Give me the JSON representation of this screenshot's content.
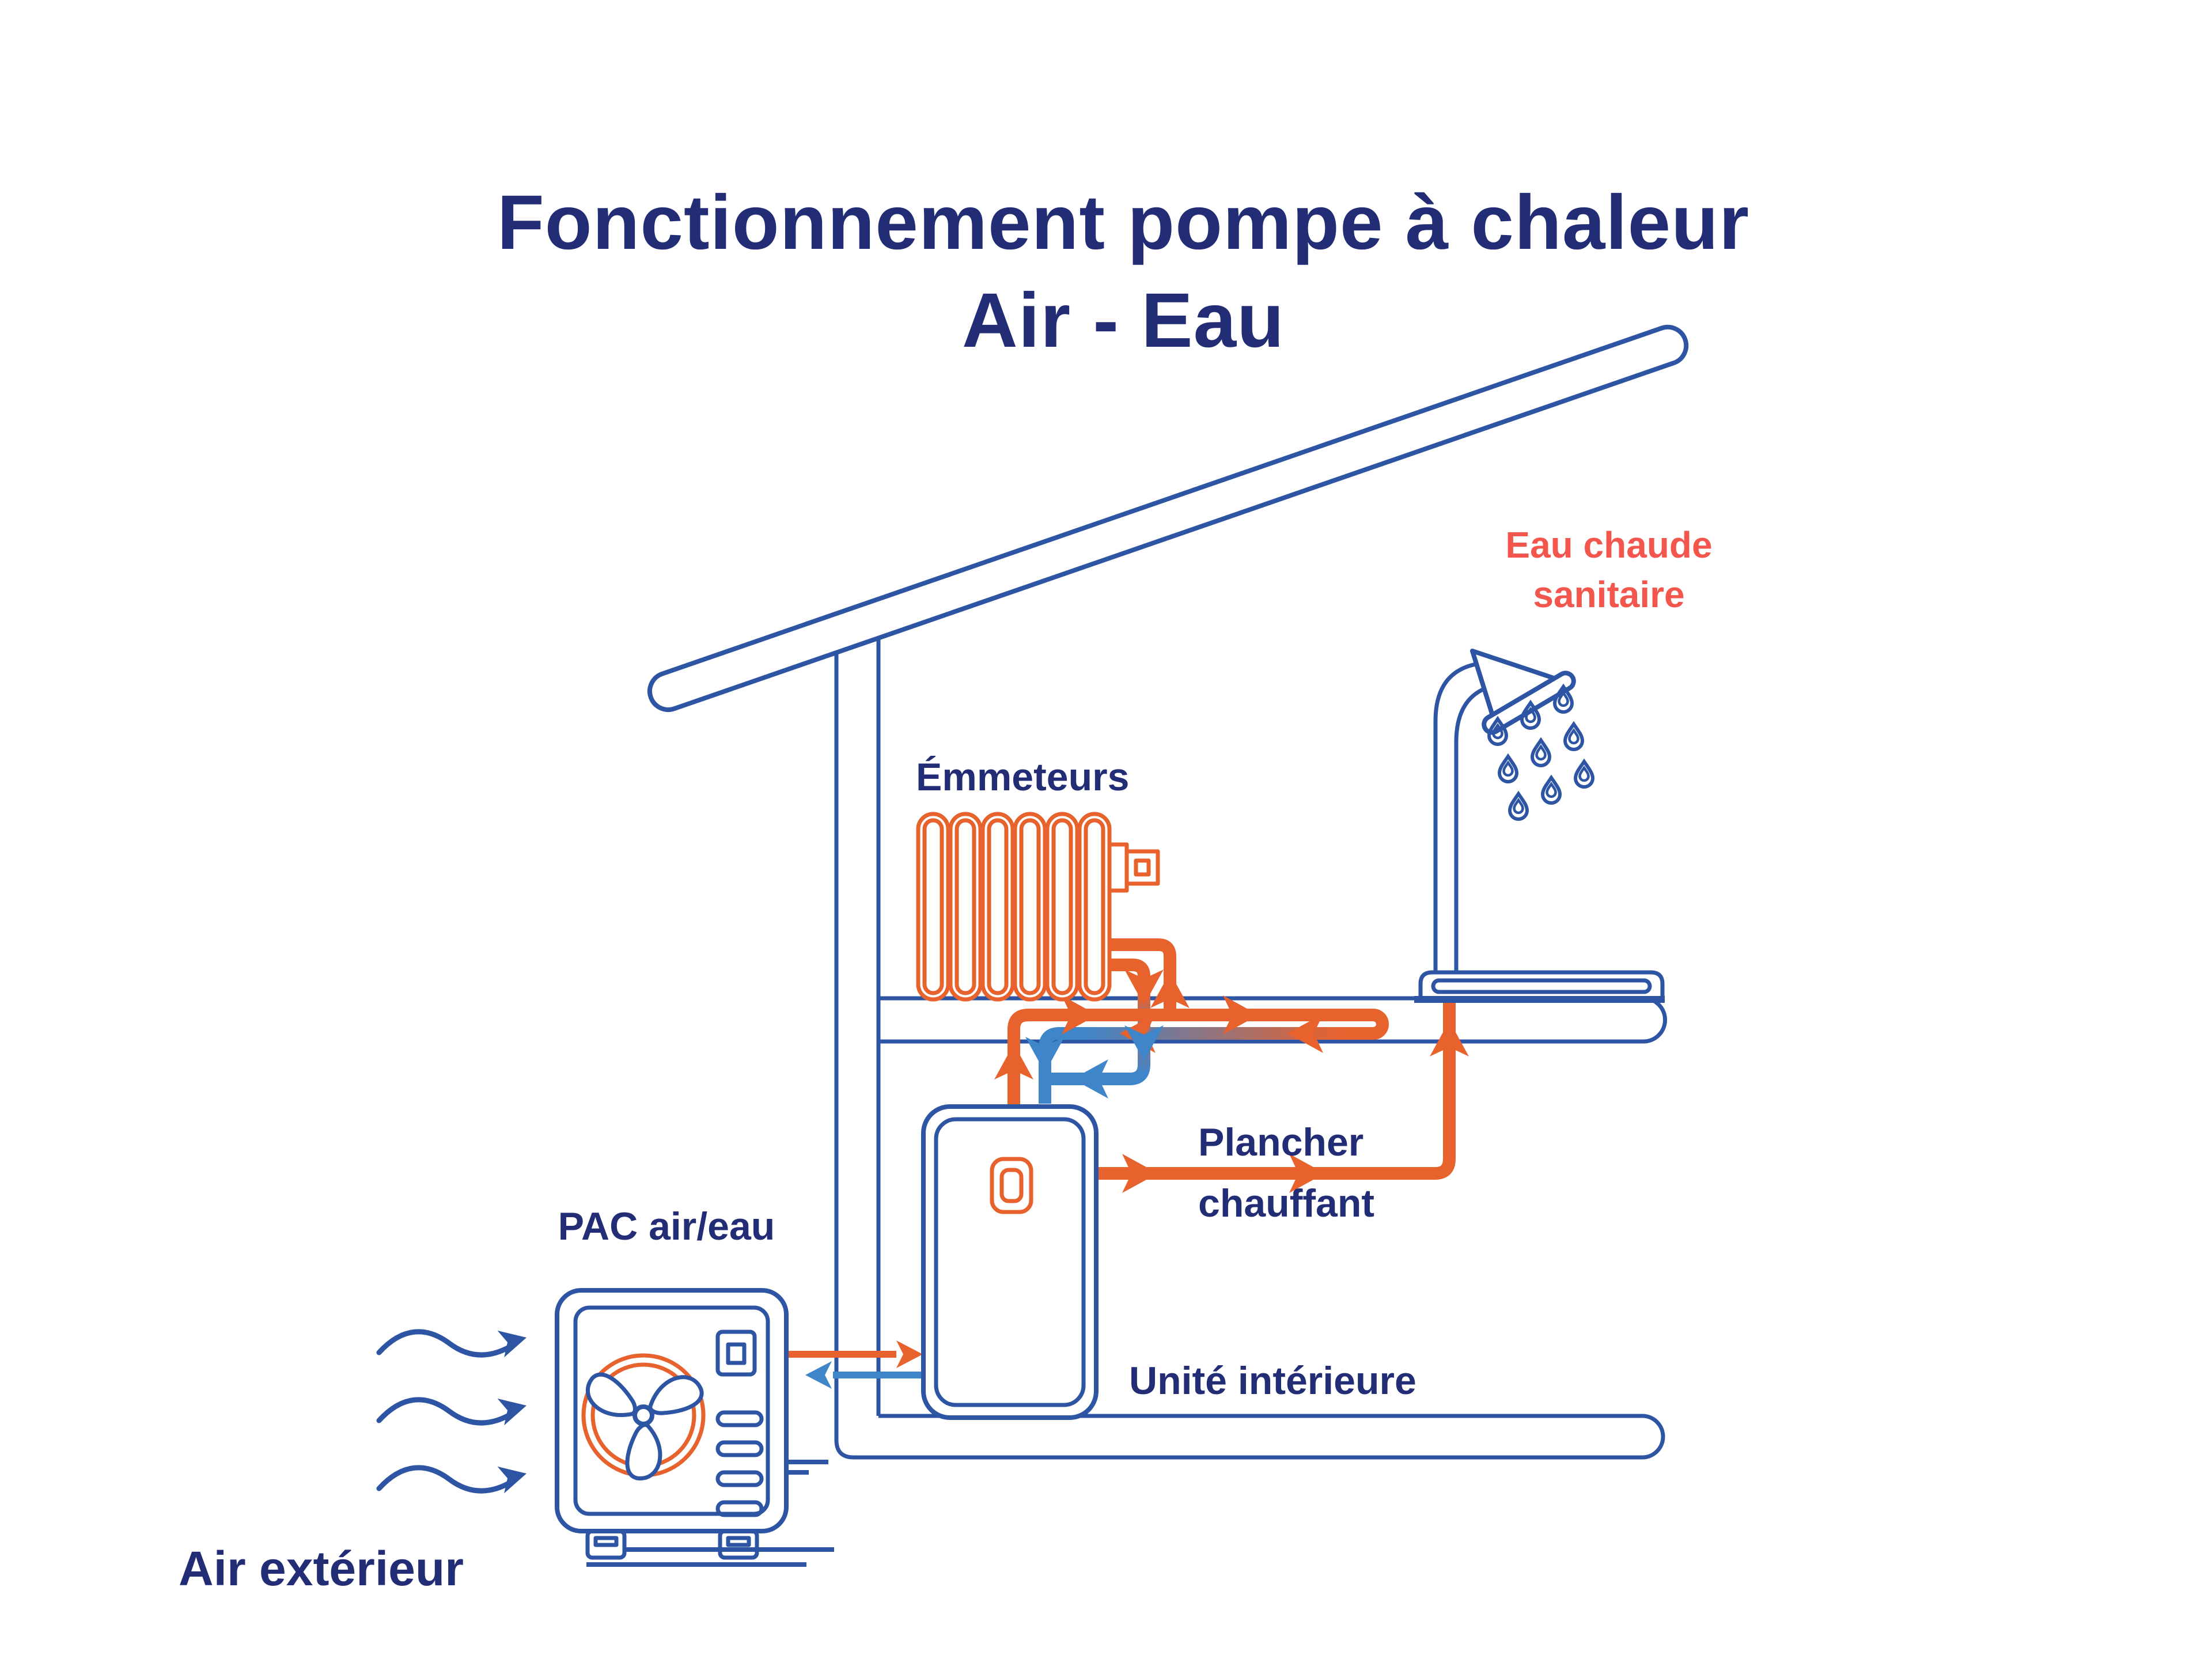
{
  "title": {
    "line1": "Fonctionnement pompe à chaleur",
    "line2": "Air - Eau"
  },
  "labels": {
    "hot_water_line1": "Eau chaude",
    "hot_water_line2": "sanitaire",
    "emitters": "Émmeteurs",
    "floor_heating_line1": "Plancher",
    "floor_heating_line2": "chauffant",
    "indoor_unit": "Unité intérieure",
    "heat_pump": "PAC air/eau",
    "outside_air": "Air extérieur"
  },
  "icons": {
    "shower": "shower-head-icon",
    "water_drops": "water-drop-icon",
    "radiator": "radiator-icon",
    "fan": "fan-icon",
    "air_waves": "air-wave-arrow-icon"
  },
  "colors": {
    "navy_text": "#222d76",
    "house_outline_blue": "#2d55a4",
    "pipe_orange": "#e8622d",
    "pipe_blue": "#3f85ca",
    "coral_label": "#f2564c",
    "background": "#ffffff"
  }
}
